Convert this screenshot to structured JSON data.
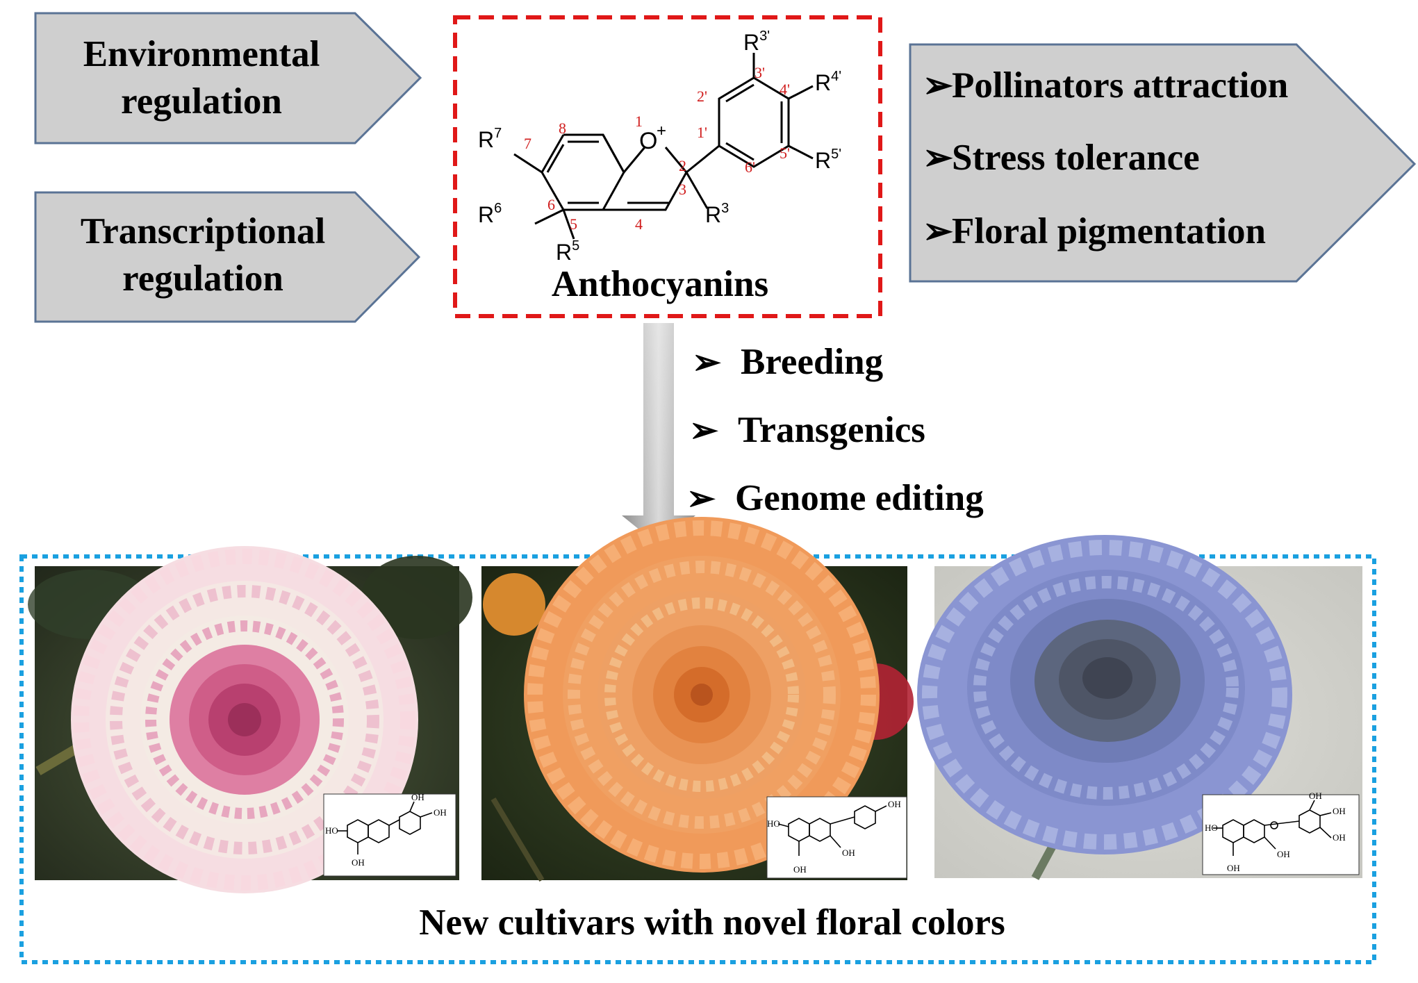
{
  "inputs": [
    {
      "line1": "Environmental",
      "line2": "regulation"
    },
    {
      "line1": "Transcriptional",
      "line2": "regulation"
    }
  ],
  "molecule": {
    "title": "Anthocyanins",
    "substituents": {
      "r3p": "R",
      "r3p_sup": "3'",
      "r4p": "R",
      "r4p_sup": "4'",
      "r5p": "R",
      "r5p_sup": "5'",
      "r7": "R",
      "r7_sup": "7",
      "r6": "R",
      "r6_sup": "6",
      "r5": "R",
      "r5_sup": "5",
      "r3": "R",
      "r3_sup": "3",
      "oxygen": "O",
      "charge": "+"
    },
    "positions": {
      "p1": "1",
      "p2": "2",
      "p3": "3",
      "p4": "4",
      "p5": "5",
      "p6": "6",
      "p7": "7",
      "p8": "8",
      "p1p": "1'",
      "p2p": "2'",
      "p3p": "3'",
      "p4p": "4'",
      "p5p": "5'",
      "p6p": "6'"
    }
  },
  "roles": {
    "bullet": "➢",
    "items": [
      "Pollinators attraction",
      "Stress tolerance",
      "Floral pigmentation"
    ]
  },
  "methods": {
    "bullet": "➢",
    "items": [
      "Breeding",
      "Transgenics",
      "Genome editing"
    ]
  },
  "flowers": [
    {
      "color_name": "pink",
      "structure_labels": [
        "OH",
        "OH",
        "HO",
        "OH"
      ]
    },
    {
      "color_name": "orange",
      "structure_labels": [
        "OH",
        "HO",
        "OH",
        "OH"
      ]
    },
    {
      "color_name": "blue",
      "structure_labels": [
        "OH",
        "OH",
        "OH",
        "HO",
        "OH",
        "OH"
      ]
    }
  ],
  "footer": {
    "caption": "New cultivars with novel floral colors"
  },
  "colors": {
    "arrow_fill": "#cfcfcf",
    "arrow_stroke": "#5a7395",
    "molecule_border": "#e01818",
    "bottom_border": "#1aa0e0",
    "position_numbers": "#d01c1c"
  }
}
